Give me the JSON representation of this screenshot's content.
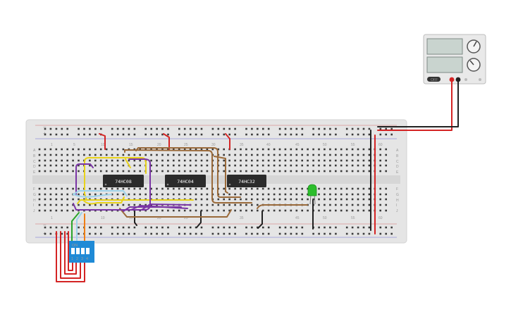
{
  "chips": [
    {
      "label": "74HC08"
    },
    {
      "label": "74HC04"
    },
    {
      "label": "74HC32"
    }
  ],
  "column_labels": [
    "1",
    "5",
    "10",
    "15",
    "20",
    "25",
    "30",
    "35",
    "40",
    "45",
    "50",
    "55",
    "60"
  ],
  "row_labels": [
    "A",
    "B",
    "C",
    "D",
    "E",
    "F",
    "G",
    "H",
    "I",
    "J"
  ],
  "rail_labels": {
    "minus": "−",
    "plus": "+"
  },
  "dip_switch": {
    "on_label": "ON",
    "numbers": [
      "1",
      "2",
      "3",
      "4"
    ],
    "color": "#1f8ad6"
  },
  "power_supply": {
    "button_label": "OFF"
  },
  "led": {
    "color": "#2bbd2b"
  },
  "wire_colors": {
    "red": "#d42424",
    "black": "#222222",
    "brown": "#9a6a3a",
    "yellow": "#e8d21a",
    "purple": "#7a35a5",
    "lightblue": "#9fd4ea",
    "green": "#2aa52a",
    "orange": "#ee7e14"
  }
}
